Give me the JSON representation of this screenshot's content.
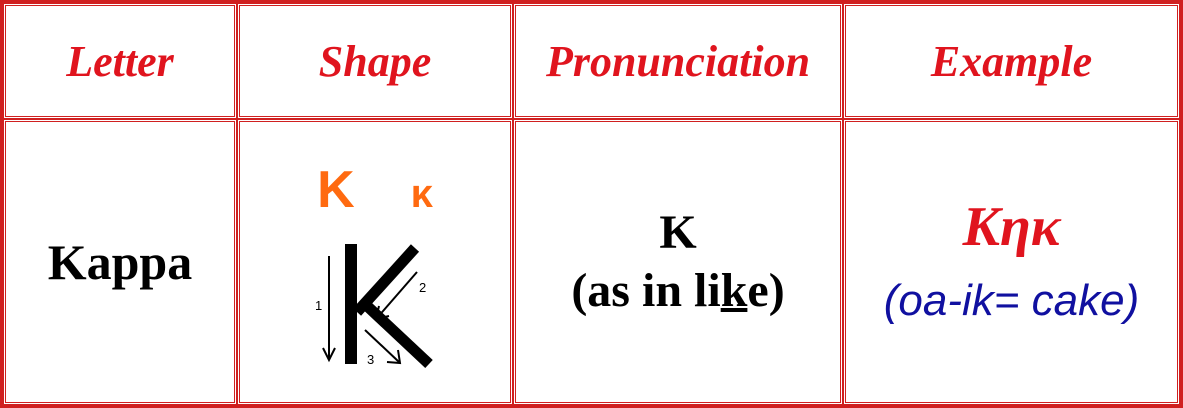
{
  "headers": [
    "Letter",
    "Shape",
    "Pronunciation",
    "Example"
  ],
  "row": {
    "letter": "Kappa",
    "shape": {
      "uppercase": "Κ",
      "lowercase": "κ",
      "stroke_numbers": [
        "1",
        "2",
        "3"
      ]
    },
    "pronunciation": {
      "sound": "K",
      "hint_prefix": "(as in li",
      "hint_underlined": "k",
      "hint_suffix": "e)"
    },
    "example": {
      "word": "Κηκ",
      "meaning": "(oa-ik= cake)"
    }
  },
  "colors": {
    "border": "#d02020",
    "header_text": "#e0141e",
    "shape_letters": "#ff6a10",
    "example_word": "#e0141e",
    "example_meaning": "#1010a0"
  }
}
